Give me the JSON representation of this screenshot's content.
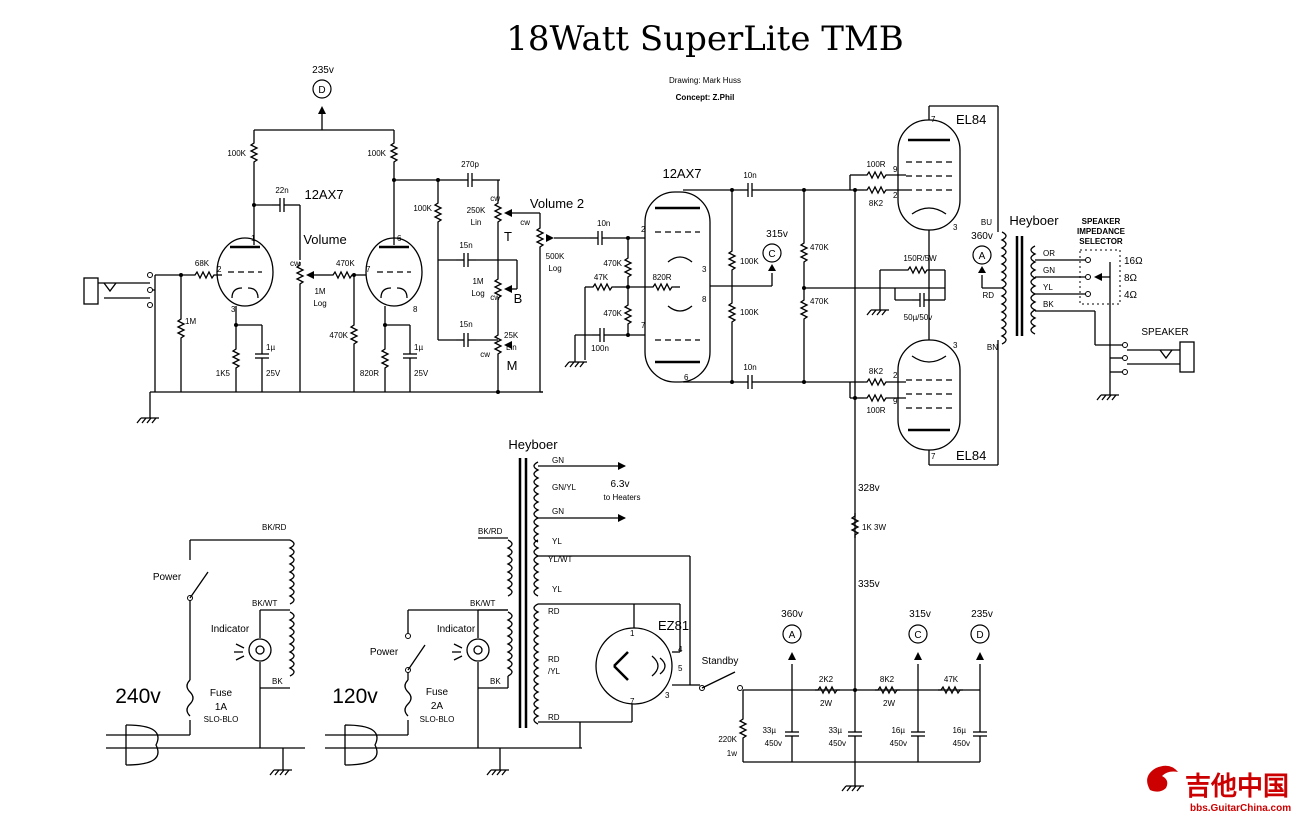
{
  "title": "18Watt SuperLite TMB",
  "credits": {
    "drawing": "Drawing: Mark Huss",
    "concept": "Concept: Z.Phil"
  },
  "watermark": {
    "brand": "吉他中国",
    "url": "bbs.GuitarChina.com"
  },
  "preamp": {
    "supply": "235v",
    "supply_node": "D",
    "tube": "12AX7",
    "r_plate1": "100K",
    "r_plate2": "100K",
    "c_coupling": "22n",
    "r_grid": "68K",
    "r_input": "1M",
    "r_cathode1": "1K5",
    "c_cathode1": "1µ",
    "c_cathode1_v": "25V",
    "volume_label": "Volume",
    "volume_pot": "1M",
    "volume_pot_taper": "Log",
    "cw": "cw",
    "r_series": "470K",
    "r_grid2": "470K",
    "r_cathode2": "820R",
    "c_cathode2": "1µ",
    "c_cathode2_v": "25V"
  },
  "tonestack": {
    "r_slope": "100K",
    "c_treble": "270p",
    "treble_pot": "250K",
    "treble_taper": "Lin",
    "treble_label": "T",
    "c_bass": "15n",
    "bass_pot": "1M",
    "bass_taper": "Log",
    "bass_label": "B",
    "c_mid": "15n",
    "mid_pot": "25K",
    "mid_taper": "Lin",
    "mid_label": "M",
    "volume2_label": "Volume 2",
    "volume2_pot": "500K",
    "volume2_taper": "Log"
  },
  "phase_inverter": {
    "tube": "12AX7",
    "c_in": "10n",
    "r1": "470K",
    "r2": "47K",
    "r3": "470K",
    "r_tail": "820R",
    "c_ground": "100n",
    "supply": "315v",
    "supply_node": "C",
    "r_plate1": "100K",
    "r_plate2": "100K",
    "c_out1": "10n",
    "c_out2": "10n",
    "r_bias1": "470K",
    "r_bias2": "470K"
  },
  "power_amp": {
    "tube": "EL84",
    "r_grid_stop1": "100R",
    "r_screen1": "8K2",
    "r_screen2": "8K2",
    "r_grid_stop2": "100R",
    "r_cathode": "150R/5W",
    "c_cathode": "50µ/50v",
    "supply": "360v",
    "supply_node": "A",
    "pin_labels": [
      "7",
      "9",
      "2",
      "3",
      "3",
      "2",
      "9",
      "7"
    ]
  },
  "output_transformer": {
    "brand": "Heyboer",
    "primary_taps": [
      "BU",
      "RD",
      "BN"
    ],
    "secondary_taps": [
      "OR",
      "GN",
      "YL",
      "BK"
    ],
    "selector_title": [
      "SPEAKER",
      "IMPEDANCE",
      "SELECTOR"
    ],
    "impedances": [
      "16Ω",
      "8Ω",
      "4Ω"
    ],
    "speaker_label": "SPEAKER"
  },
  "power_transformer": {
    "brand": "Heyboer",
    "heater_taps": [
      "GN",
      "GN/YL",
      "GN"
    ],
    "heater_label": "6.3v",
    "heater_sub": "to Heaters",
    "hv_taps": [
      "YL",
      "YL/WT",
      "YL"
    ],
    "rd_taps": [
      "RD",
      "RD",
      "/YL",
      "RD"
    ],
    "primary_taps": [
      "BK/RD",
      "BK/WT",
      "BK"
    ],
    "rectifier": "EZ81",
    "rect_pins": [
      "1",
      "4",
      "5",
      "3",
      "7"
    ],
    "standby_label": "Standby"
  },
  "mains_240": {
    "voltage": "240v",
    "taps": [
      "BK/RD",
      "BK/WT",
      "BK"
    ],
    "power_label": "Power",
    "indicator_label": "Indicator",
    "fuse_label": "Fuse",
    "fuse_rating": "1A",
    "fuse_type": "SLO-BLO"
  },
  "mains_120": {
    "voltage": "120v",
    "power_label": "Power",
    "indicator_label": "Indicator",
    "fuse_label": "Fuse",
    "fuse_rating": "2A",
    "fuse_type": "SLO-BLO"
  },
  "supply_chain": {
    "v_328": "328v",
    "r_drop": "1K 3W",
    "v_335": "335v",
    "node_a": "360v",
    "node_a_letter": "A",
    "node_c": "315v",
    "node_c_letter": "C",
    "node_d": "235v",
    "node_d_letter": "D",
    "r1": "2K2",
    "r1_w": "2W",
    "r2": "8K2",
    "r2_w": "2W",
    "r3": "47K",
    "r_bleed": "220K",
    "r_bleed_w": "1w",
    "c1": "33µ",
    "c1_v": "450v",
    "c2": "33µ",
    "c2_v": "450v",
    "c3": "16µ",
    "c3_v": "450v",
    "c4": "16µ",
    "c4_v": "450v"
  }
}
